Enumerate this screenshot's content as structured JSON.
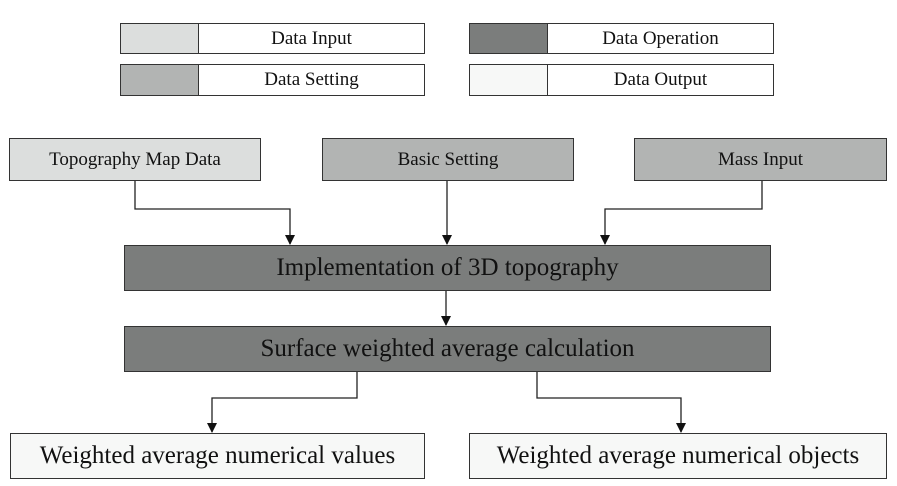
{
  "legend": [
    {
      "id": "input",
      "label": "Data Input",
      "color": "#dcdedd"
    },
    {
      "id": "operation",
      "label": "Data Operation",
      "color": "#7b7d7c"
    },
    {
      "id": "setting",
      "label": "Data Setting",
      "color": "#b2b4b3"
    },
    {
      "id": "output",
      "label": "Data Output",
      "color": "#f7f8f7"
    }
  ],
  "nodes": {
    "topography_map_data": {
      "label": "Topography Map Data",
      "kind": "input"
    },
    "basic_setting": {
      "label": "Basic Setting",
      "kind": "setting"
    },
    "mass_input": {
      "label": "Mass Input",
      "kind": "setting"
    },
    "implementation_3d": {
      "label": "Implementation of 3D topography",
      "kind": "operation"
    },
    "surface_calc": {
      "label": "Surface weighted average calculation",
      "kind": "operation"
    },
    "weighted_values": {
      "label": "Weighted average numerical values",
      "kind": "output"
    },
    "weighted_objects": {
      "label": "Weighted average numerical objects",
      "kind": "output"
    }
  },
  "edges": [
    {
      "from": "topography_map_data",
      "to": "implementation_3d"
    },
    {
      "from": "basic_setting",
      "to": "implementation_3d"
    },
    {
      "from": "mass_input",
      "to": "implementation_3d"
    },
    {
      "from": "implementation_3d",
      "to": "surface_calc"
    },
    {
      "from": "surface_calc",
      "to": "weighted_values"
    },
    {
      "from": "surface_calc",
      "to": "weighted_objects"
    }
  ]
}
